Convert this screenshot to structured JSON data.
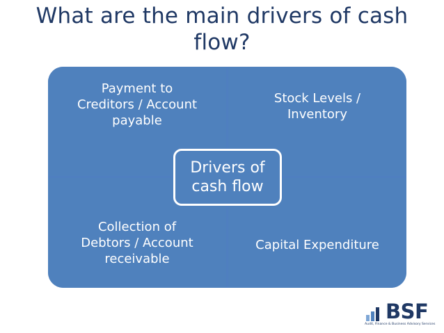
{
  "slide": {
    "title": "What are the main drivers of cash flow?"
  },
  "matrix": {
    "top_left": [
      "Payment to",
      "Creditors / Account",
      "payable"
    ],
    "top_right": [
      "Stock Levels /",
      "Inventory"
    ],
    "bottom_left": [
      "Collection of",
      "Debtors / Account",
      "receivable"
    ],
    "bottom_right": [
      "Capital Expenditure"
    ],
    "center": [
      "Drivers of",
      "cash flow"
    ]
  },
  "logo": {
    "name": "BSF",
    "tagline": "Audit, Finance & Business Advisory Services"
  },
  "colors": {
    "title": "#1f3864",
    "quadrant": "#4f81bd",
    "text": "#ffffff"
  }
}
